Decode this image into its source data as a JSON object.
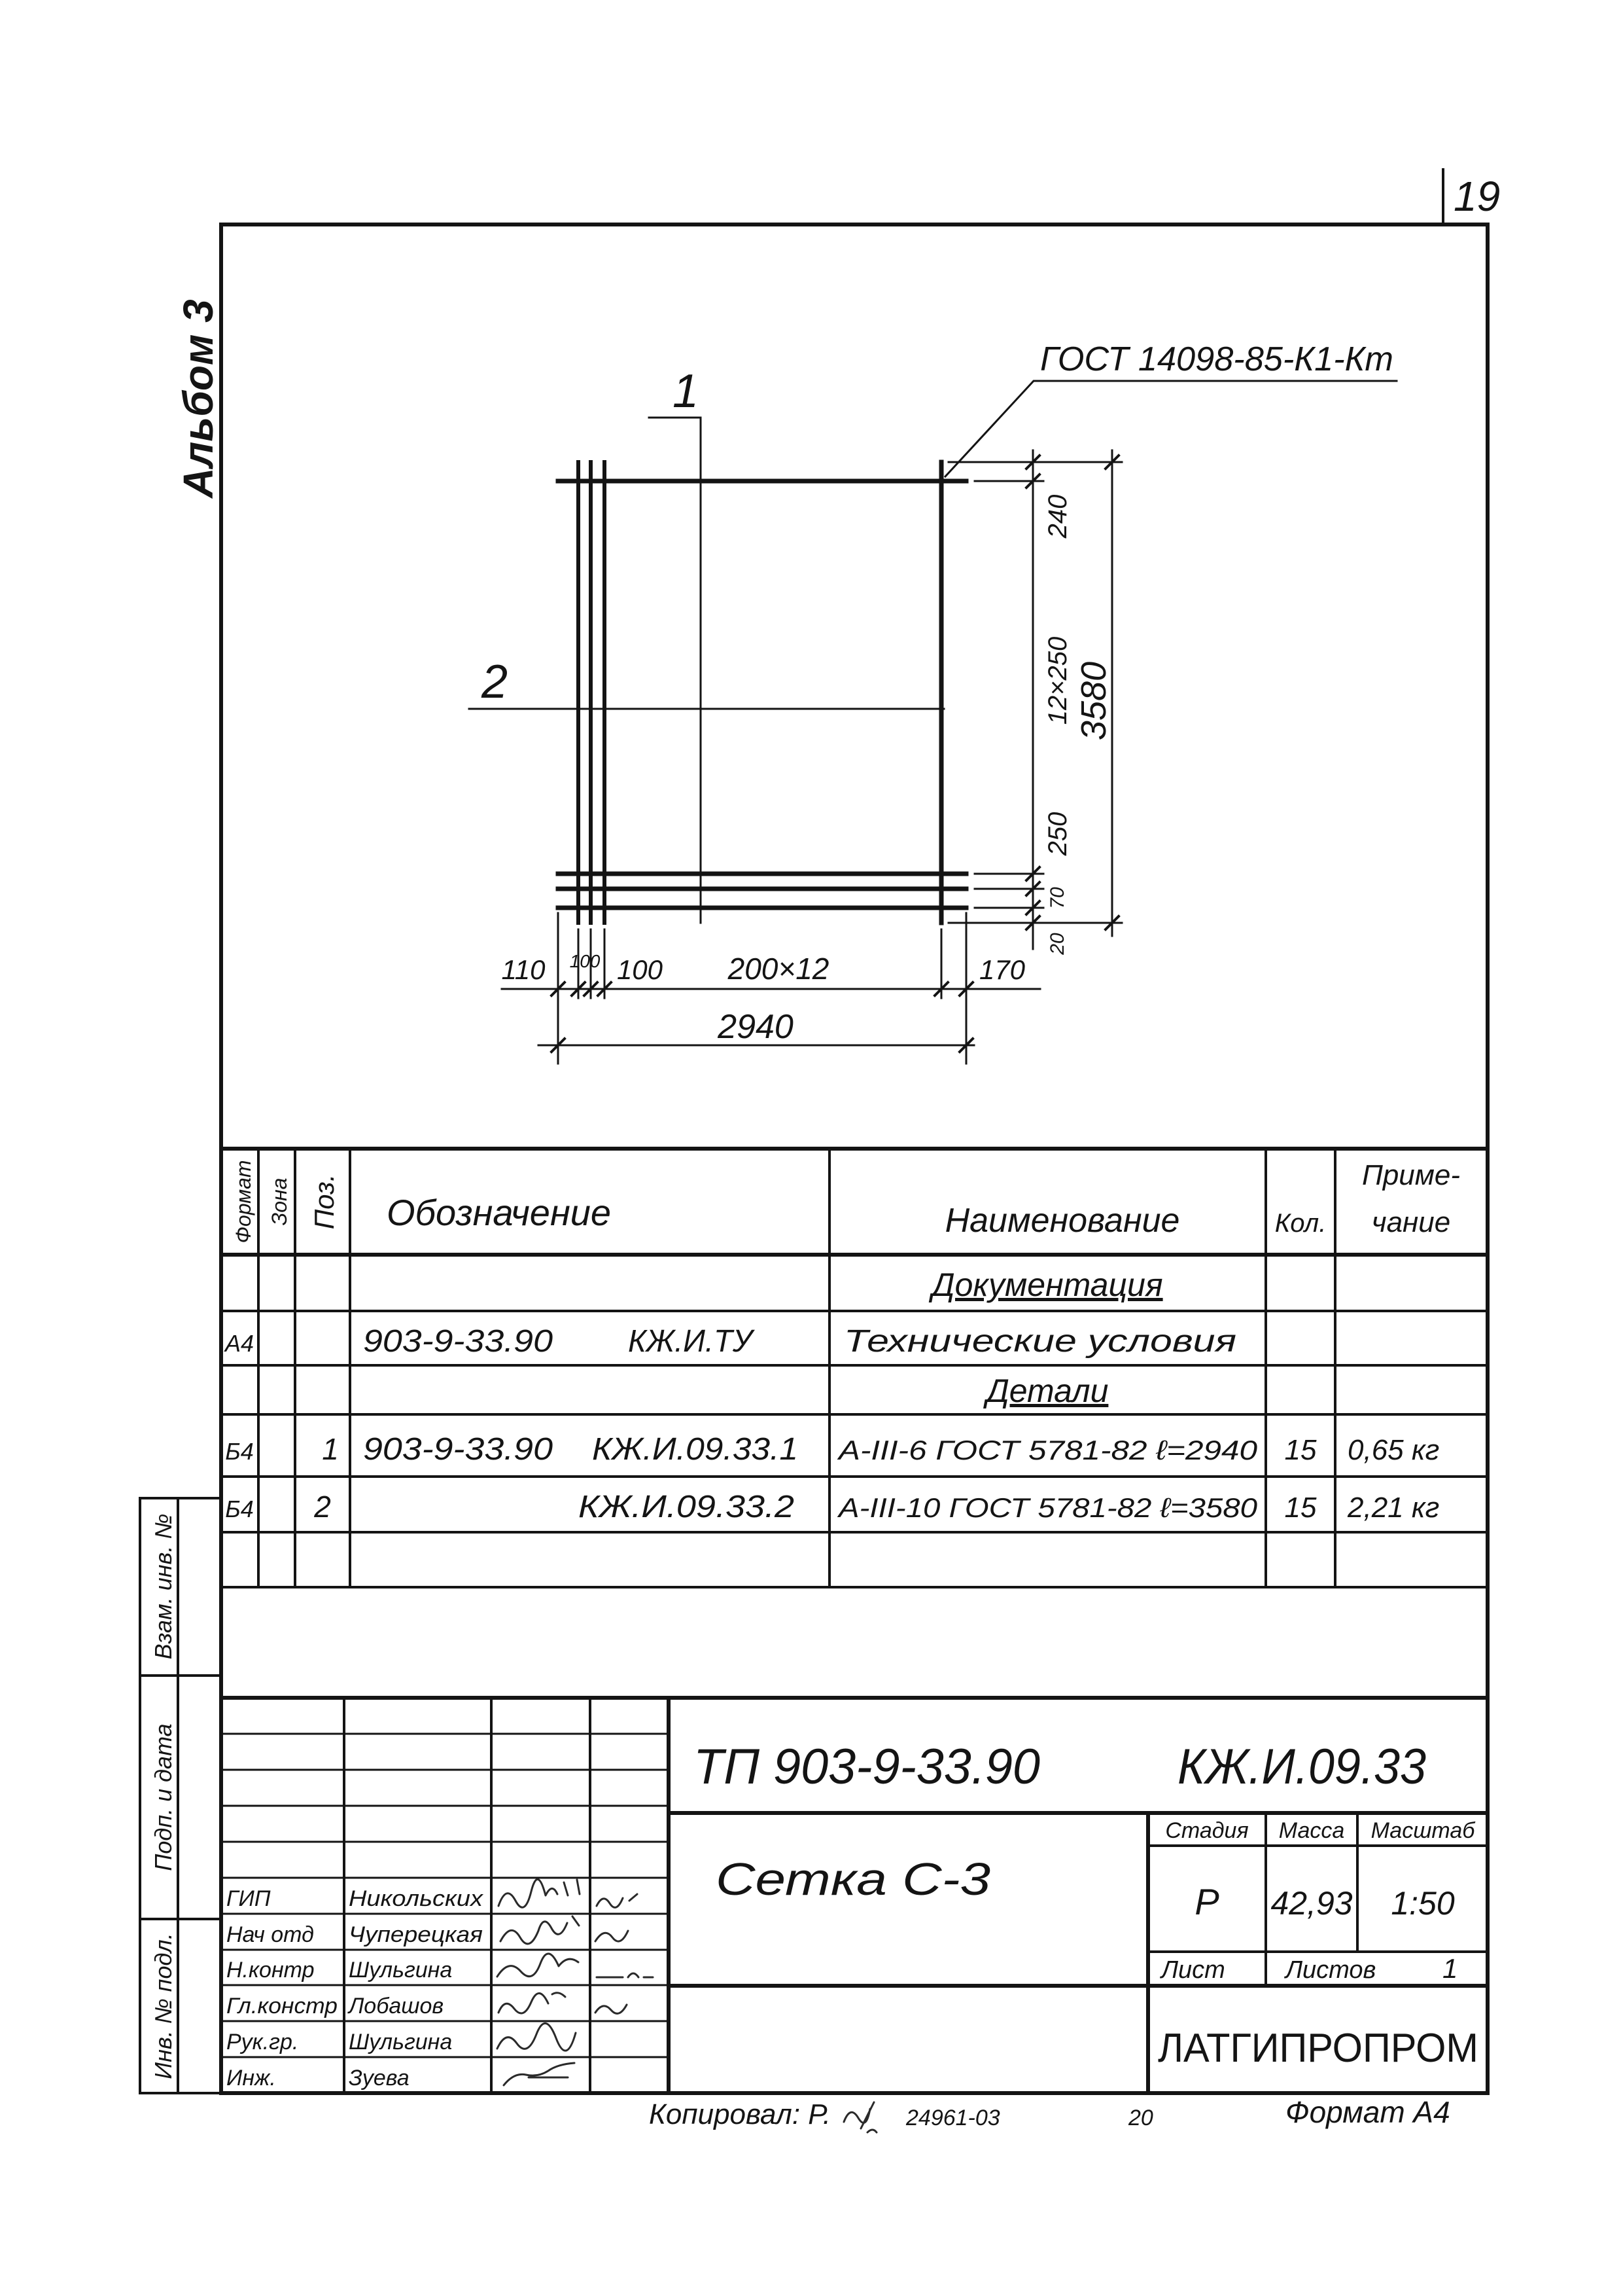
{
  "sheet": {
    "page_number": "19",
    "album": "Альбом 3",
    "copied_by": "Копировал: Р.",
    "order_number": "24961-03",
    "copy_number": "20",
    "format": "Формат А4"
  },
  "stamp_strip": {
    "replaced_inventory": "Взам. инв. №",
    "signature_date": "Подп. и дата",
    "original_inventory": "Инв. № подл."
  },
  "drawing": {
    "callout_1": "1",
    "callout_2": "2",
    "weld_standard": "ГОСТ 14098-85-К1-Кт",
    "vertical_dims": [
      "240",
      "12×250",
      "250",
      "70",
      "20"
    ],
    "vertical_total": "3580",
    "horizontal_dims": [
      "110",
      "100",
      "100",
      "200×12",
      "170"
    ],
    "horizontal_total": "2940"
  },
  "specification": {
    "headers": {
      "format": "Формат",
      "zone": "Зона",
      "position": "Поз.",
      "designation": "Обозначение",
      "name": "Наименование",
      "quantity": "Кол.",
      "note_1": "Приме-",
      "note_2": "чание"
    },
    "sections": [
      "Документация",
      "Детали"
    ],
    "rows": [
      {
        "format": "А4",
        "designation": "903-9-33.90",
        "code": "КЖ.И.ТУ",
        "name": "Технические условия"
      },
      {
        "format": "Б4",
        "position": "1",
        "designation": "903-9-33.90",
        "code": "КЖ.И.09.33.1",
        "name": "А-III-6 ГОСТ 5781-82 ℓ=2940",
        "quantity": "15",
        "note": "0,65 кг"
      },
      {
        "format": "Б4",
        "position": "2",
        "code": "КЖ.И.09.33.2",
        "name": "А-III-10 ГОСТ 5781-82 ℓ=3580",
        "quantity": "15",
        "note": "2,21 кг"
      }
    ]
  },
  "title_block": {
    "project_code": "ТП 903-9-33.90",
    "document_code": "КЖ.И.09.33",
    "title": "Сетка С-3",
    "stage_label": "Стадия",
    "mass_label": "Масса",
    "scale_label": "Масштаб",
    "stage": "Р",
    "mass": "42,93",
    "scale": "1:50",
    "sheet_label": "Лист",
    "sheets_label": "Листов",
    "sheets_total": "1",
    "organization": "ЛАТГИПРОПРОМ",
    "signatories": [
      {
        "role": "ГИП",
        "name": "Никольских"
      },
      {
        "role": "Нач отд",
        "name": "Чуперецкая"
      },
      {
        "role": "Н.контр",
        "name": "Шульгина"
      },
      {
        "role": "Гл.констр",
        "name": "Лобашов"
      },
      {
        "role": "Рук.гр.",
        "name": "Шульгина"
      },
      {
        "role": "Инж.",
        "name": "Зуева"
      }
    ]
  }
}
